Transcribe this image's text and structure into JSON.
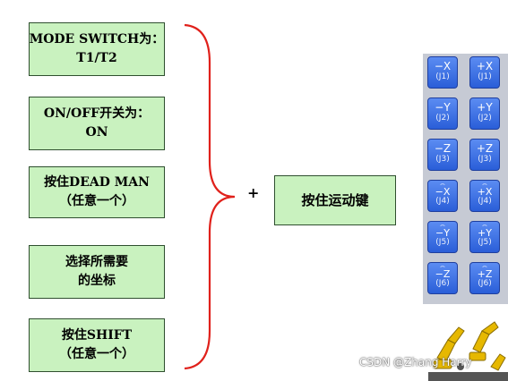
{
  "steps": [
    {
      "line1": "MODE SWITCH为：",
      "line2": "T1/T2"
    },
    {
      "line1": "ON/OFF开关为：",
      "line2": "ON"
    },
    {
      "line1": "按住DEAD MAN",
      "line2": "（任意一个）"
    },
    {
      "line1": "选择所需要",
      "line2": "的坐标"
    },
    {
      "line1": "按住SHIFT",
      "line2": "（任意一个）"
    }
  ],
  "plus": "+",
  "action": "按住运动键",
  "keypad": [
    {
      "main": "−X",
      "sub": "(J1)",
      "arc": ""
    },
    {
      "main": "+X",
      "sub": "(J1)",
      "arc": ""
    },
    {
      "main": "−Y",
      "sub": "(J2)",
      "arc": ""
    },
    {
      "main": "+Y",
      "sub": "(J2)",
      "arc": ""
    },
    {
      "main": "−Z",
      "sub": "(J3)",
      "arc": ""
    },
    {
      "main": "+Z",
      "sub": "(J3)",
      "arc": ""
    },
    {
      "main": "−X",
      "sub": "(J4)",
      "arc": "⌢"
    },
    {
      "main": "+X",
      "sub": "(J4)",
      "arc": "⌢"
    },
    {
      "main": "−Y",
      "sub": "(J5)",
      "arc": "⌢"
    },
    {
      "main": "+Y",
      "sub": "(J5)",
      "arc": "⌢"
    },
    {
      "main": "−Z",
      "sub": "(J6)",
      "arc": "⌢"
    },
    {
      "main": "+Z",
      "sub": "(J6)",
      "arc": "⌢"
    }
  ],
  "watermark": "CSDN @Zhang Harry",
  "colors": {
    "box_fill": "#c9f2bf",
    "box_border": "#2f4f2f",
    "brace": "#e0211b",
    "key": "#3a6de0",
    "keypad_bg": "#c6cad4"
  }
}
